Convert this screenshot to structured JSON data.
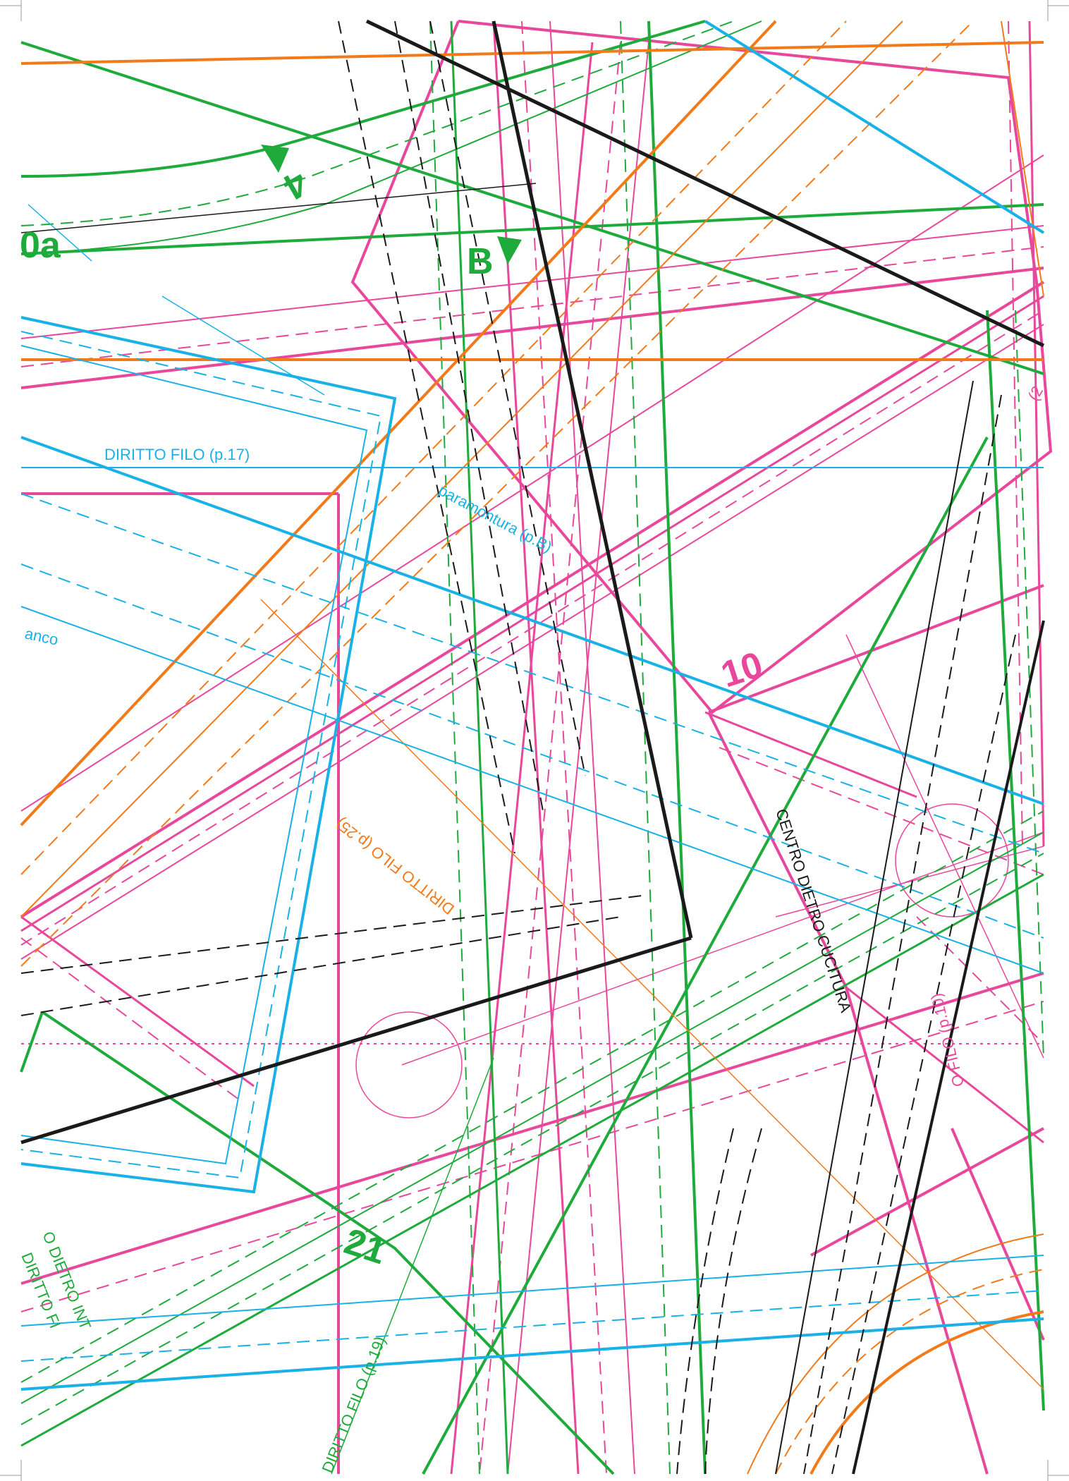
{
  "colors": {
    "pink": "#E8489B",
    "green": "#1FAA3C",
    "orange": "#F27A1A",
    "blue": "#19B1E6",
    "black": "#1A1A1A"
  },
  "pieces": {
    "piece_10": "10",
    "piece_21": "21",
    "piece_10a": "0a",
    "marker_b": "B",
    "marker_4": "4"
  },
  "labels": {
    "diritto_filo_17": "DIRITTO FILO (p.17)",
    "paramontura": "paramontura (p.B)",
    "diritto_filo_25": "DIRITTO FILO (p.25)",
    "centro_dietro": "CENTRO DIETRO CUCITURA",
    "filo_10": "O FILO (p.10)",
    "diritto_filo_19": "DIRITTO FILO (p.19)",
    "fianco_fragment": "anco",
    "dietro_fragment": "O DIETRO INT",
    "diritto_fragment": "DIRITTO FI",
    "p2_fragment": "(2"
  }
}
